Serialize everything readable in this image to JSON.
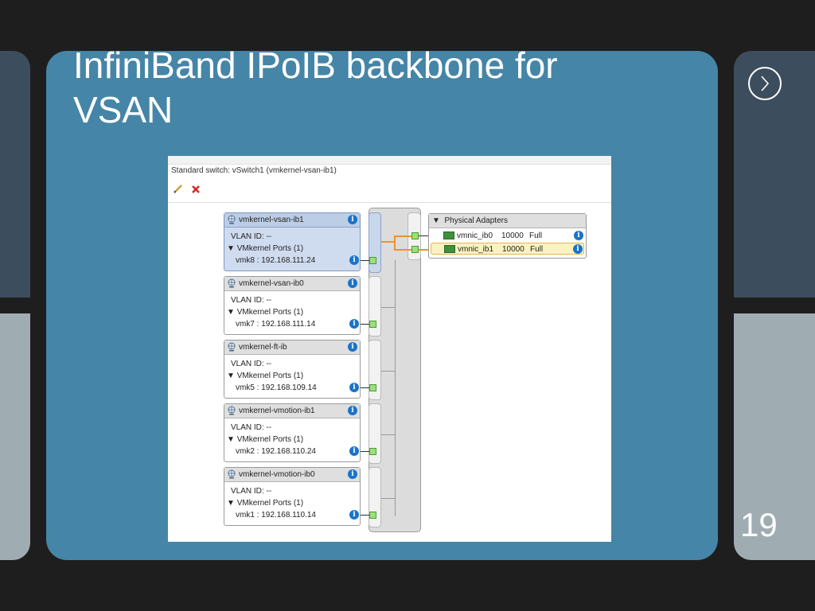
{
  "slide": {
    "title": "InfiniBand IPoIB backbone for VSAN",
    "page_number": "19",
    "next_icon": "chevron-right-icon",
    "colors": {
      "background": "#1e1e1e",
      "panel": "#4585a7",
      "side_dark": "#3c4d5d",
      "side_light": "#9fadb3"
    }
  },
  "screenshot": {
    "title": "Standard switch: vSwitch1 (vmkernel-vsan-ib1)",
    "toolbar": {
      "edit_icon": "pencil-icon",
      "remove_icon": "red-x-icon"
    },
    "port_groups": [
      {
        "name": "vmkernel-vsan-ib1",
        "vlan": "VLAN ID: --",
        "ports": "VMkernel Ports (1)",
        "vmk": "vmk8 : 192.168.111.24",
        "selected": true
      },
      {
        "name": "vmkernel-vsan-ib0",
        "vlan": "VLAN ID: --",
        "ports": "VMkernel Ports (1)",
        "vmk": "vmk7 : 192.168.111.14",
        "selected": false
      },
      {
        "name": "vmkernel-ft-ib",
        "vlan": "VLAN ID: --",
        "ports": "VMkernel Ports (1)",
        "vmk": "vmk5 : 192.168.109.14",
        "selected": false
      },
      {
        "name": "vmkernel-vmotion-ib1",
        "vlan": "VLAN ID: --",
        "ports": "VMkernel Ports (1)",
        "vmk": "vmk2 : 192.168.110.24",
        "selected": false
      },
      {
        "name": "vmkernel-vmotion-ib0",
        "vlan": "VLAN ID: --",
        "ports": "VMkernel Ports (1)",
        "vmk": "vmk1 : 192.168.110.14",
        "selected": false
      }
    ],
    "physical_adapters": {
      "header": "Physical Adapters",
      "adapters": [
        {
          "name": "vmnic_ib0",
          "speed": "10000",
          "duplex": "Full",
          "highlighted": false
        },
        {
          "name": "vmnic_ib1",
          "speed": "10000",
          "duplex": "Full",
          "highlighted": true
        }
      ]
    },
    "colors": {
      "selected": "#cfdcef",
      "highlight": "#fcf1c4",
      "link": "#f0922d",
      "info": "#1a73c8"
    }
  }
}
